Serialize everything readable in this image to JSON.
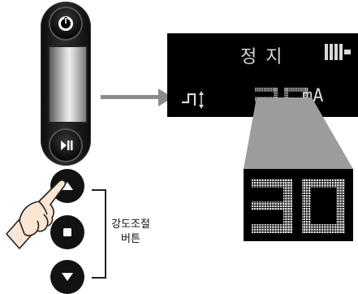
{
  "lcd": {
    "status": "정 지",
    "value": "30",
    "unit": "mA"
  },
  "zoom": {
    "value": "30"
  },
  "buttons": {
    "group_label_line1": "강도조절",
    "group_label_line2": "버튼"
  },
  "colors": {
    "lcd_background": "#000000",
    "lcd_text": "#d8d8d8",
    "arrow": "#8a8a8a",
    "device_body": "#1a1a1a"
  },
  "icons": [
    "power-icon",
    "play-pause-icon",
    "battery-level-icon",
    "pulse-waveform-icon",
    "up-arrow-icon",
    "stop-icon",
    "down-arrow-icon",
    "pointing-hand-icon"
  ]
}
